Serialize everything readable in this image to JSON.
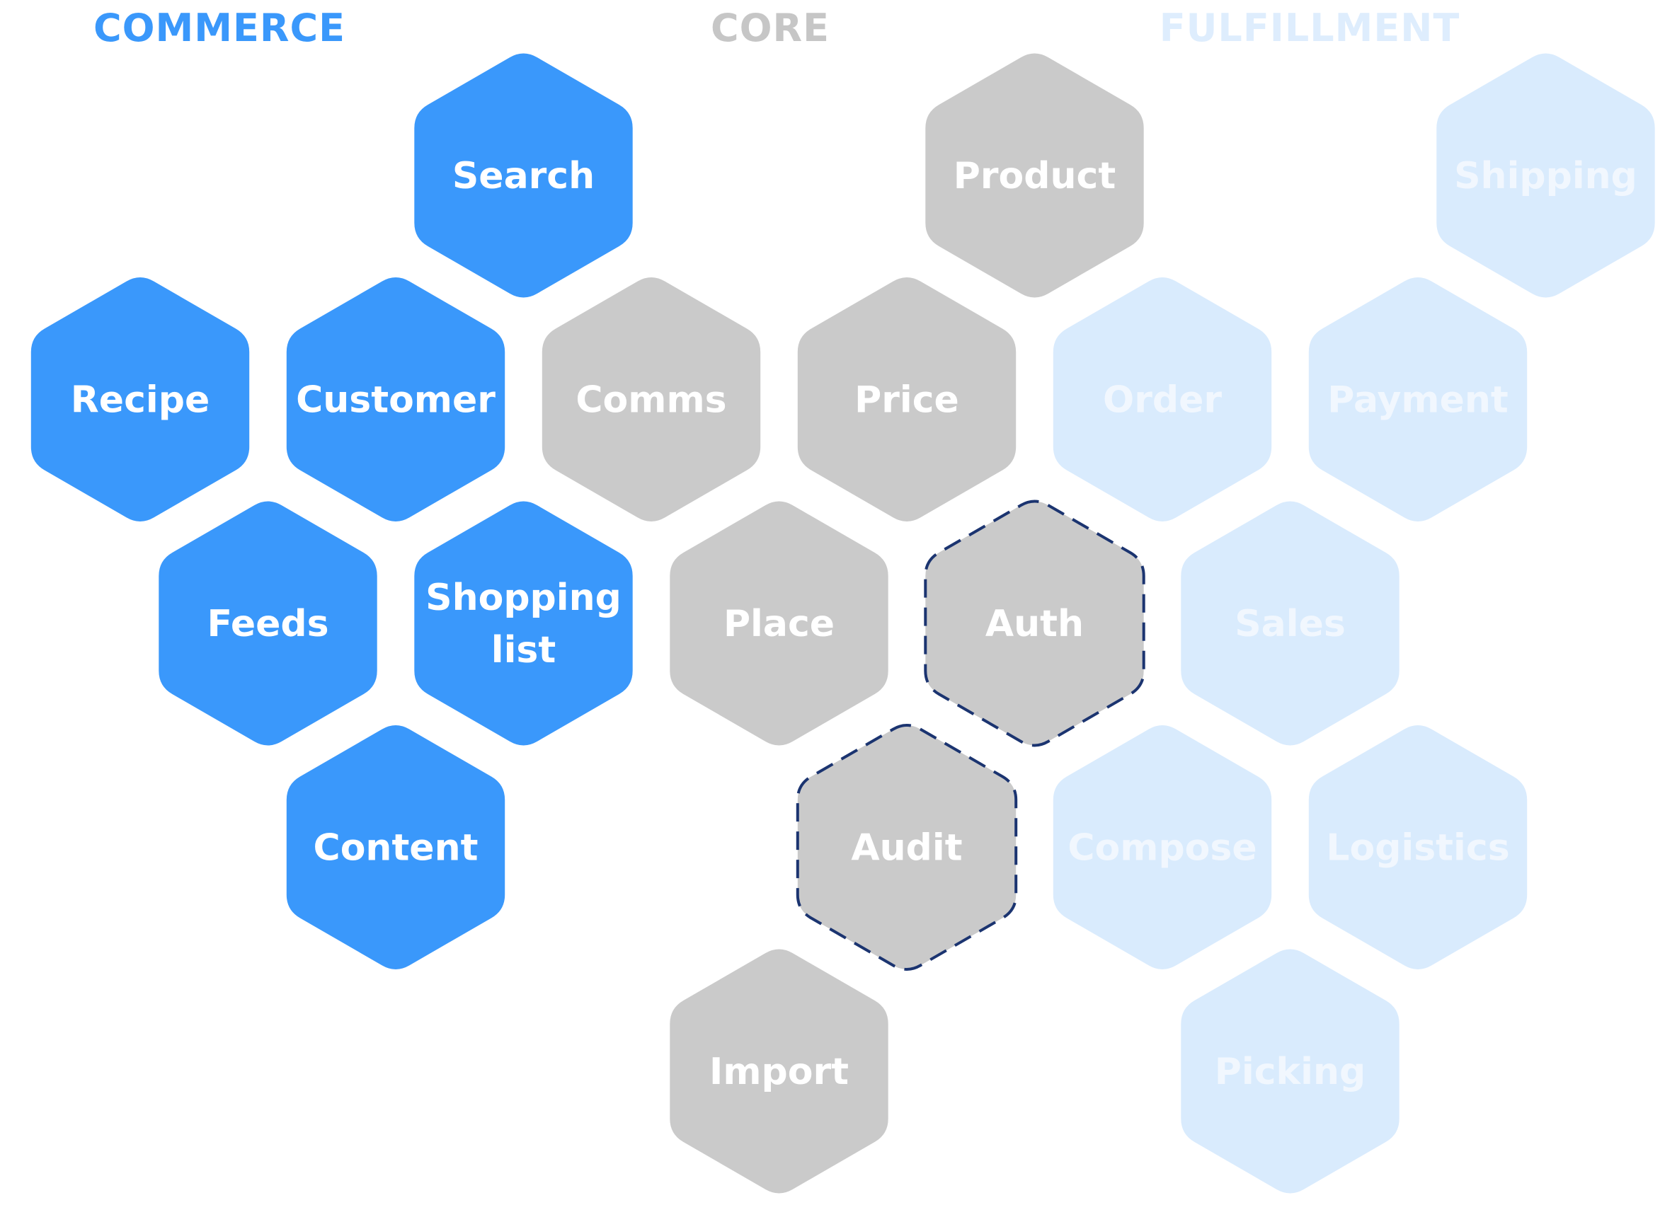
{
  "colors": {
    "commerce_fill": "#3a98fb",
    "core_fill": "#cacaca",
    "fulfillment_fill": "#d9ebfd",
    "commerce_title": "#3a98fb",
    "core_title": "#c6c6c6",
    "fulfillment_title": "#deedfd",
    "label_on_dark": "#ffffff",
    "label_on_light": "#f1f7fe",
    "dashed_outline": "#1b3470"
  },
  "groups": [
    {
      "id": "commerce",
      "title": "COMMERCE",
      "items": [
        {
          "label": [
            "Search"
          ],
          "col": 3,
          "row": 0
        },
        {
          "label": [
            "Recipe"
          ],
          "col": 0,
          "row": 1
        },
        {
          "label": [
            "Customer"
          ],
          "col": 2,
          "row": 1
        },
        {
          "label": [
            "Feeds"
          ],
          "col": 1,
          "row": 2
        },
        {
          "label": [
            "Shopping",
            "list"
          ],
          "col": 3,
          "row": 2
        },
        {
          "label": [
            "Content"
          ],
          "col": 2,
          "row": 3
        }
      ]
    },
    {
      "id": "core",
      "title": "CORE",
      "items": [
        {
          "label": [
            "Product"
          ],
          "col": 7,
          "row": 0
        },
        {
          "label": [
            "Comms"
          ],
          "col": 4,
          "row": 1
        },
        {
          "label": [
            "Price"
          ],
          "col": 6,
          "row": 1
        },
        {
          "label": [
            "Place"
          ],
          "col": 5,
          "row": 2
        },
        {
          "label": [
            "Auth"
          ],
          "col": 7,
          "row": 2,
          "dashed": true
        },
        {
          "label": [
            "Audit"
          ],
          "col": 6,
          "row": 3,
          "dashed": true
        },
        {
          "label": [
            "Import"
          ],
          "col": 5,
          "row": 4
        }
      ]
    },
    {
      "id": "fulfillment",
      "title": "FULFILLMENT",
      "items": [
        {
          "label": [
            "Shipping"
          ],
          "col": 11,
          "row": 0
        },
        {
          "label": [
            "Order"
          ],
          "col": 8,
          "row": 1
        },
        {
          "label": [
            "Payment"
          ],
          "col": 10,
          "row": 1
        },
        {
          "label": [
            "Sales"
          ],
          "col": 9,
          "row": 2
        },
        {
          "label": [
            "Compose"
          ],
          "col": 8,
          "row": 3
        },
        {
          "label": [
            "Logistics"
          ],
          "col": 10,
          "row": 3
        },
        {
          "label": [
            "Picking"
          ],
          "col": 9,
          "row": 4
        }
      ]
    }
  ]
}
